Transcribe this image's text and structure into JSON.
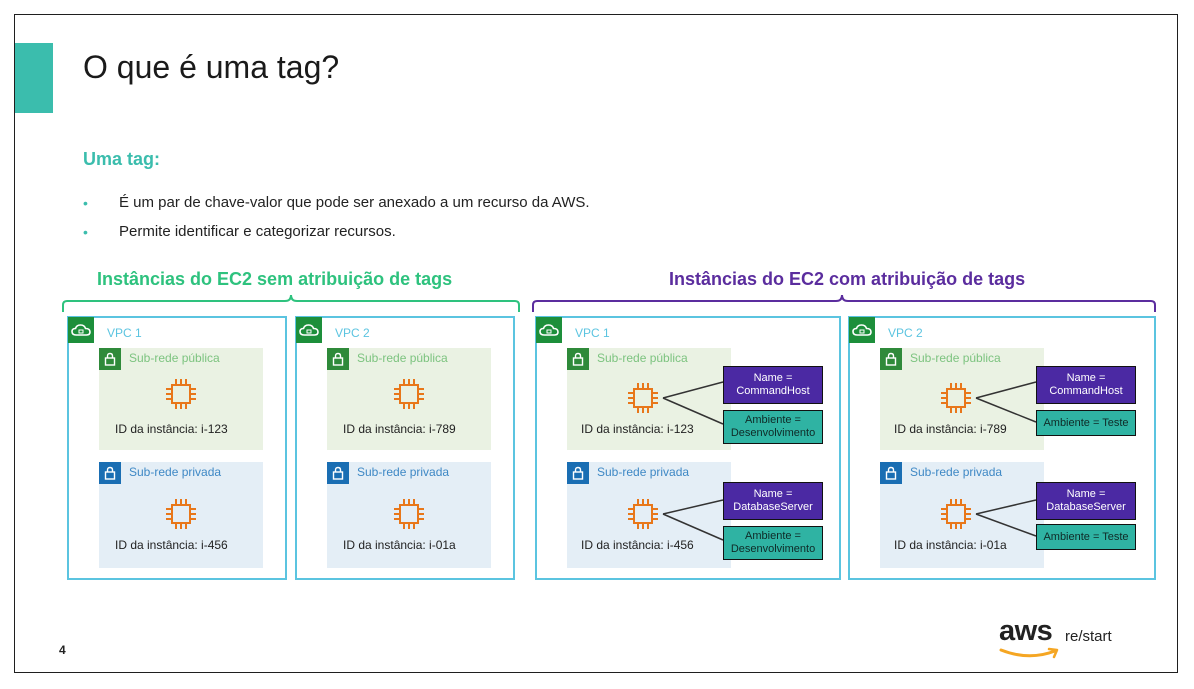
{
  "title": "O que é uma tag?",
  "subtitle": "Uma tag:",
  "bullets": [
    "É um par de chave-valor que pode ser anexado a um recurso da AWS.",
    "Permite identificar e categorizar recursos."
  ],
  "groups": {
    "untagged_title": "Instâncias do EC2 sem atribuição de tags",
    "tagged_title": "Instâncias do EC2 com atribuição de tags"
  },
  "labels": {
    "vpc1": "VPC 1",
    "vpc2": "VPC 2",
    "public_subnet": "Sub-rede pública",
    "private_subnet": "Sub-rede privada"
  },
  "instances": {
    "i123": "ID da instância: i-123",
    "i456": "ID da instância: i-456",
    "i789": "ID da instância: i-789",
    "i01a": "ID da instância: i-01a"
  },
  "tags": {
    "name_commandhost_1": "Name =",
    "name_commandhost_2": "CommandHost",
    "name_dbserver_1": "Name =",
    "name_dbserver_2": "DatabaseServer",
    "env_dev_1": "Ambiente =",
    "env_dev_2": "Desenvolvimento",
    "env_test": "Ambiente = Teste"
  },
  "page_number": "4",
  "logo": {
    "aws": "aws",
    "restart": "re/start"
  },
  "colors": {
    "teal": "#3bbdad",
    "green_title": "#2ec27e",
    "purple_title": "#5b2d9e",
    "vpc_border": "#5bc4e0",
    "name_tag": "#4b29a3",
    "env_tag": "#2fb3a3",
    "aws_orange": "#f5a623"
  }
}
